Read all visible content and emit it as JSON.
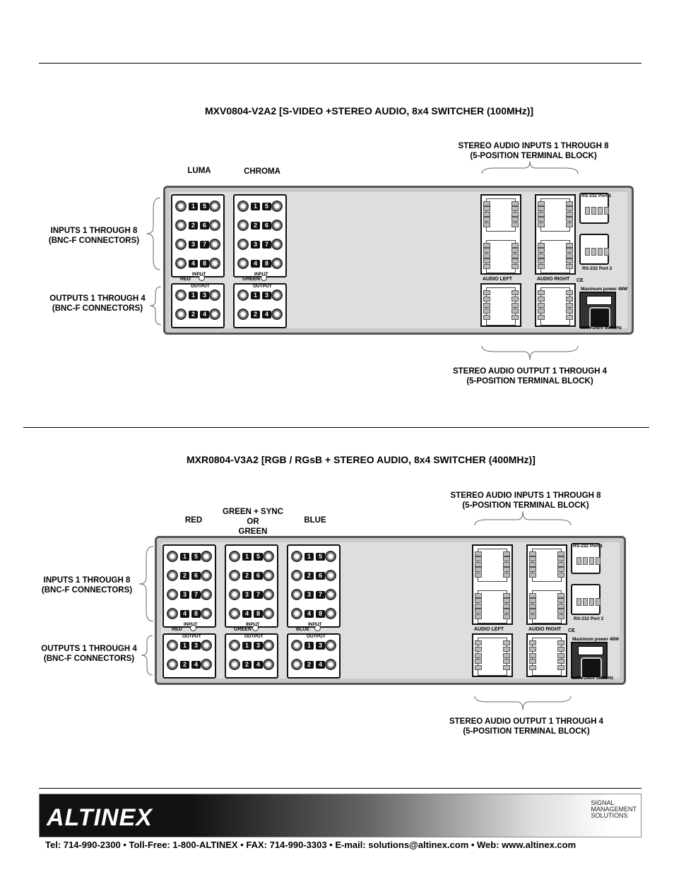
{
  "section1": {
    "title": "MXV0804-V2A2 [S-VIDEO +STEREO  AUDIO, 8x4 SWITCHER (100MHz)]",
    "col_labels": [
      "LUMA",
      "CHROMA"
    ],
    "audio_inputs_label": "STEREO AUDIO INPUTS 1 THROUGH 8\n(5-POSITION TERMINAL BLOCK)",
    "audio_outputs_label": "STEREO AUDIO OUTPUT 1 THROUGH 4\n(5-POSITION TERMINAL BLOCK)",
    "inputs_label": "INPUTS 1 THROUGH 8\n(BNC-F CONNECTORS)",
    "outputs_label": "OUTPUTS 1 THROUGH 4\n(BNC-F CONNECTORS)",
    "group_labels": [
      "RED",
      "GREEN"
    ],
    "audio_left": "AUDIO  LEFT",
    "audio_right": "AUDIO  RIGHT"
  },
  "section2": {
    "title": "MXR0804-V3A2 [RGB / RGsB + STEREO AUDIO, 8x4 SWITCHER (400MHz)]",
    "col_labels": [
      "RED",
      "GREEN + SYNC\nOR\nGREEN",
      "BLUE"
    ],
    "audio_inputs_label": "STEREO AUDIO INPUTS 1 THROUGH 8\n(5-POSITION TERMINAL BLOCK)",
    "audio_outputs_label": "STEREO AUDIO OUTPUT 1 THROUGH 4\n(5-POSITION TERMINAL BLOCK)",
    "inputs_label": "INPUTS 1 THROUGH 8\n(BNC-F CONNECTORS)",
    "outputs_label": "OUTPUTS 1 THROUGH 4\n(BNC-F CONNECTORS)",
    "group_labels": [
      "RED",
      "GREEN",
      "BLUE"
    ],
    "audio_left": "AUDIO  LEFT",
    "audio_right": "AUDIO  RIGHT"
  },
  "panel_text": {
    "input": "INPUT",
    "output": "OUTPUT",
    "rs232_port1": "RS-232 Port 1",
    "rs232_port2": "RS-232 Port 2",
    "ce": "CE",
    "max_power": "Maximum power 48W",
    "voltage": "100V-240V 50/60Hz"
  },
  "input_pairs": [
    "15",
    "26",
    "37",
    "48"
  ],
  "output_pairs": [
    "13",
    "24"
  ],
  "footer": {
    "logo": "ALTINEX",
    "tagline": "SIGNAL\nMANAGEMENT\nSOLUTIONS",
    "contact": "Tel: 714-990-2300 • Toll-Free: 1-800-ALTINEX • FAX: 714-990-3303 • E-mail: solutions@altinex.com • Web: www.altinex.com"
  }
}
